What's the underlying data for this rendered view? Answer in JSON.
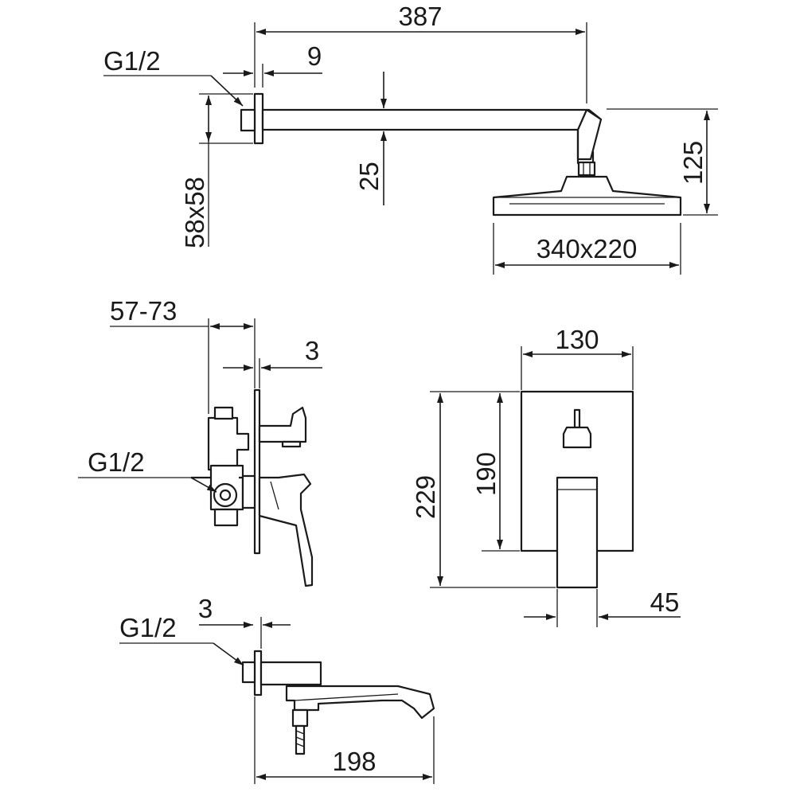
{
  "drawing": {
    "shower_arm": {
      "length": "387",
      "offset": "9",
      "thread": "G1/2",
      "flange": "58x58",
      "arm_height": "25",
      "head_height": "125",
      "head_size": "340x220"
    },
    "mixer_side": {
      "depth": "57-73",
      "offset": "3",
      "thread": "G1/2"
    },
    "mixer_front": {
      "plate_width": "130",
      "plate_height": "190",
      "total_height": "229",
      "handle_width": "45"
    },
    "spout": {
      "offset": "3",
      "thread": "G1/2",
      "length": "198"
    }
  }
}
